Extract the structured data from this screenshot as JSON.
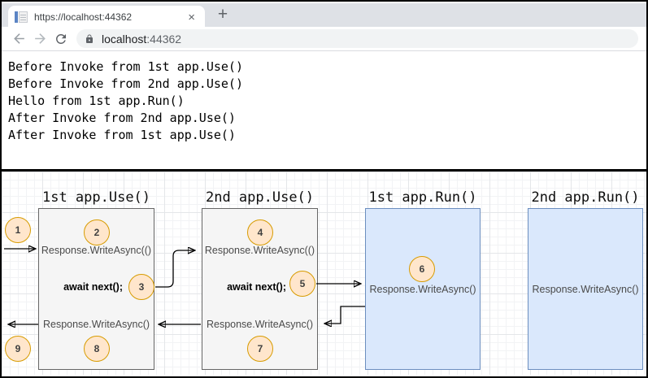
{
  "browser": {
    "tab_title": "https://localhost:44362",
    "close_label": "×",
    "new_tab_label": "+",
    "url_host": "localhost",
    "url_port": ":44362"
  },
  "console_lines": [
    "Before Invoke from 1st app.Use()",
    "Before Invoke from 2nd app.Use()",
    "Hello from 1st app.Run()",
    "After Invoke from 2nd app.Use()",
    "After Invoke from 1st app.Use()"
  ],
  "diagram": {
    "columns": [
      {
        "title": "1st app.Use()",
        "type": "middleware",
        "top_call": "Response.WriteAsync(()",
        "next_call": "await next();",
        "bottom_call": "Response.WriteAsync()"
      },
      {
        "title": "2nd app.Use()",
        "type": "middleware",
        "top_call": "Response.WriteAsync(()",
        "next_call": "await next();",
        "bottom_call": "Response.WriteAsync()"
      },
      {
        "title": "1st app.Run()",
        "type": "terminal",
        "call": "Response.WriteAsync()"
      },
      {
        "title": "2nd app.Run()",
        "type": "terminal",
        "call": "Response.WriteAsync()"
      }
    ],
    "steps": [
      "1",
      "2",
      "3",
      "4",
      "5",
      "6",
      "7",
      "8",
      "9"
    ],
    "colors": {
      "middleware_fill": "#f5f5f5",
      "middleware_border": "#666666",
      "terminal_fill": "#dae8fc",
      "terminal_border": "#6c8ebf",
      "step_fill": "#ffe6cc",
      "step_border": "#d79b00",
      "arrow": "#000000"
    }
  }
}
